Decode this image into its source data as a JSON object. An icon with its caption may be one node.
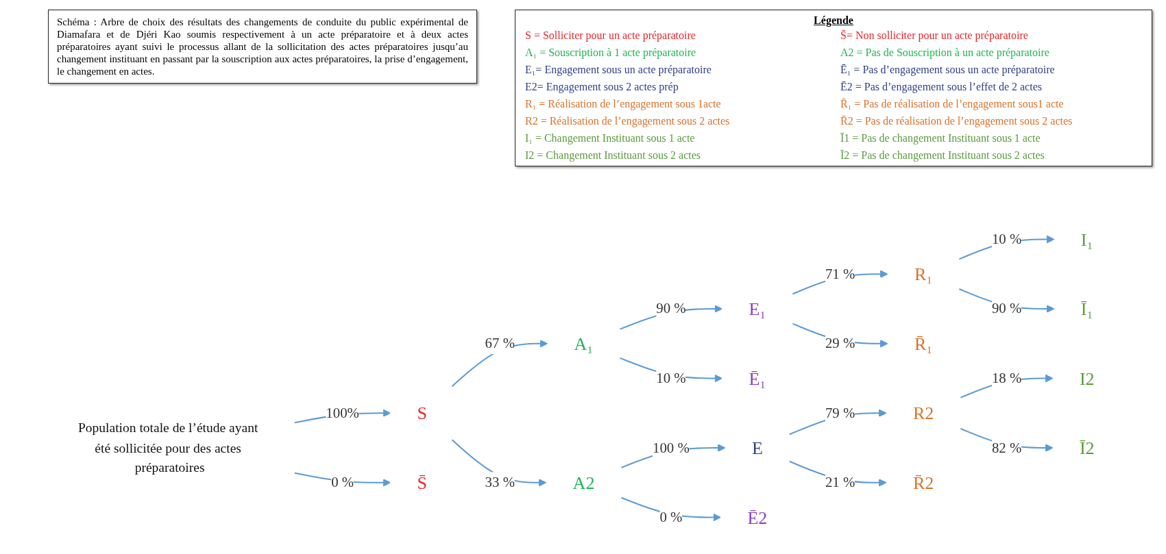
{
  "diagram": {
    "title": "Schéma : Arbre de choix des résultats des changements de conduite du public expérimental de Diamafara et de Djéri Kao soumis respectivement à un acte préparatoire et à deux actes préparatoires ayant suivi le processus allant de la sollicitation des actes préparatoires jusqu’au changement instituant en passant par la souscription aux actes préparatoires, la prise d’engagement, le changement en actes.",
    "nodes": [
      {
        "text": [
          "Population totale de l’étude ayant été sollicitée pour des actes préparatoires"
        ]
      },
      {
        "text": [
          "S"
        ]
      },
      {
        "text": [
          "S̄"
        ]
      },
      {
        "text": [
          "A₁"
        ]
      },
      {
        "text": [
          "A2"
        ]
      },
      {
        "text": [
          "E₁"
        ]
      },
      {
        "text": [
          "Ē₁"
        ]
      },
      {
        "text": [
          "E"
        ]
      },
      {
        "text": [
          "Ē2"
        ]
      },
      {
        "text": [
          "R₁"
        ]
      },
      {
        "text": [
          "R̄₁"
        ]
      },
      {
        "text": [
          "I₁"
        ]
      },
      {
        "text": [
          "Ī₁"
        ]
      },
      {
        "text": [
          "R2"
        ]
      },
      {
        "text": [
          "R̄2"
        ]
      },
      {
        "text": [
          "I2"
        ]
      },
      {
        "text": [
          "Ī2"
        ]
      }
    ],
    "edges": [
      {
        "from": 0,
        "to": 1,
        "arrow": "to",
        "label": "100%"
      },
      {
        "from": 0,
        "to": 2,
        "arrow": "to",
        "label": "0 %"
      },
      {
        "from": 1,
        "to": 3,
        "arrow": "to",
        "label": "67 %"
      },
      {
        "from": 1,
        "to": 4,
        "arrow": "to",
        "label": "33 %"
      },
      {
        "from": 3,
        "to": 5,
        "arrow": "to",
        "label": "90 %"
      },
      {
        "from": 3,
        "to": 6,
        "arrow": "to",
        "label": "10 %"
      },
      {
        "from": 5,
        "to": 9,
        "arrow": "to",
        "label": "71 %"
      },
      {
        "from": 5,
        "to": 10,
        "arrow": "to",
        "label": "29 %"
      },
      {
        "from": 9,
        "to": 11,
        "arrow": "to",
        "label": "10 %"
      },
      {
        "from": 9,
        "to": 12,
        "arrow": "to",
        "label": "90 %"
      },
      {
        "from": 4,
        "to": 7,
        "arrow": "to",
        "label": "100 %"
      },
      {
        "from": 4,
        "to": 8,
        "arrow": "to",
        "label": "0 %"
      },
      {
        "from": 7,
        "to": 13,
        "arrow": "to",
        "label": "79 %"
      },
      {
        "from": 7,
        "to": 14,
        "arrow": "to",
        "label": "21 %"
      },
      {
        "from": 13,
        "to": 15,
        "arrow": "to",
        "label": "18 %"
      },
      {
        "from": 13,
        "to": 16,
        "arrow": "to",
        "label": "82 %"
      }
    ],
    "labels": [
      "Légende"
    ],
    "legend": [
      {
        "text": "S = Solliciter pour un acte préparatoire"
      },
      {
        "text": "S̄= Non solliciter pour un acte préparatoire"
      },
      {
        "text": "A₁ = Souscription à 1 acte préparatoire"
      },
      {
        "text": "A2 = Pas de Souscription à un acte préparatoire"
      },
      {
        "text": "E₁= Engagement sous un acte préparatoire"
      },
      {
        "text": "Ē₁ = Pas d’engagement sous un acte préparatoire"
      },
      {
        "text": "E2= Engagement sous 2 actes prép"
      },
      {
        "text": "Ē2 = Pas d’engagement sous l’effet de 2 actes"
      },
      {
        "text": "R₁ = Réalisation de l’engagement sous 1acte"
      },
      {
        "text": "R̄₁ = Pas de réalisation de l’engagement sous1 acte"
      },
      {
        "text": "R2 = Réalisation de l’engagement sous 2 actes"
      },
      {
        "text": "R̄2 = Pas de réalisation de l’engagement sous 2 actes"
      },
      {
        "text": "I₁ = Changement Instituant sous 1 acte"
      },
      {
        "text": "Ī1 = Pas de changement Instituant sous 1 acte"
      },
      {
        "text": "I2 = Changement Instituant sous 2 actes"
      },
      {
        "text": "Ī2 = Pas de changement Instituant sous 2 actes"
      }
    ]
  }
}
